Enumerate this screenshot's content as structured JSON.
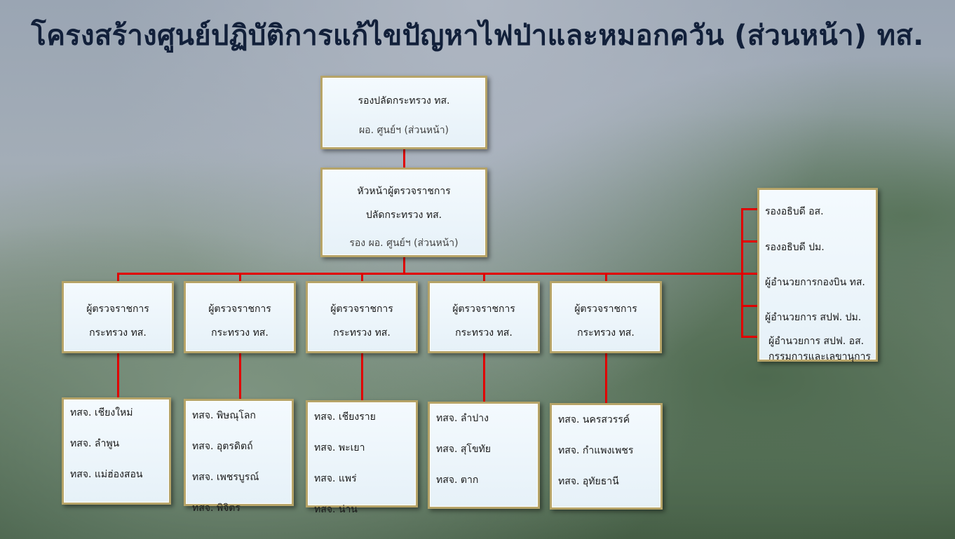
{
  "title": "โครงสร้างศูนย์ปฏิบัติการแก้ไขปัญหาไฟป่าและหมอกควัน (ส่วนหน้า) ทส.",
  "colors": {
    "connector": "#e00000",
    "box_border": "#b6a468",
    "box_fill": "#eef6fb",
    "title": "#12203a"
  },
  "top_box": {
    "line1": "รองปลัดกระทรวง ทส.",
    "line2": "ผอ. ศูนย์ฯ (ส่วนหน้า)"
  },
  "second_box": {
    "line1": "หัวหน้าผู้ตรวจราชการ",
    "line2": "ปลัดกระทรวง ทส.",
    "line3": "รอง ผอ. ศูนย์ฯ (ส่วนหน้า)"
  },
  "inspectors": [
    {
      "line1": "ผู้ตรวจราชการ",
      "line2": "กระทรวง ทส."
    },
    {
      "line1": "ผู้ตรวจราชการ",
      "line2": "กระทรวง ทส."
    },
    {
      "line1": "ผู้ตรวจราชการ",
      "line2": "กระทรวง ทส."
    },
    {
      "line1": "ผู้ตรวจราชการ",
      "line2": "กระทรวง ทส."
    },
    {
      "line1": "ผู้ตรวจราชการ",
      "line2": "กระทรวง ทส."
    }
  ],
  "provinces": [
    [
      "ทสจ. เชียงใหม่",
      "ทสจ. ลำพูน",
      "ทสจ. แม่ฮ่องสอน"
    ],
    [
      "ทสจ. พิษณุโลก",
      "ทสจ. อุตรดิตถ์",
      "ทสจ. เพชรบูรณ์",
      "ทสจ. พิจิตร"
    ],
    [
      "ทสจ. เชียงราย",
      "ทสจ. พะเยา",
      "ทสจ. แพร่",
      "ทสจ. น่าน"
    ],
    [
      "ทสจ. ลำปาง",
      "ทสจ. สุโขทัย",
      "ทสจ. ตาก"
    ],
    [
      "ทสจ. นครสวรรค์",
      "ทสจ. กำแพงเพชร",
      "ทสจ. อุทัยธานี"
    ]
  ],
  "side_box": {
    "items": [
      "รองอธิบดี อส.",
      "รองอธิบดี ปม.",
      "ผู้อำนวยการกองบิน ทส.",
      "ผู้อำนวยการ สปฟ. ปม.",
      "ผู้อำนวยการ สปฟ. อส."
    ],
    "last_line2": "กรรมการและเลขานุการ"
  }
}
